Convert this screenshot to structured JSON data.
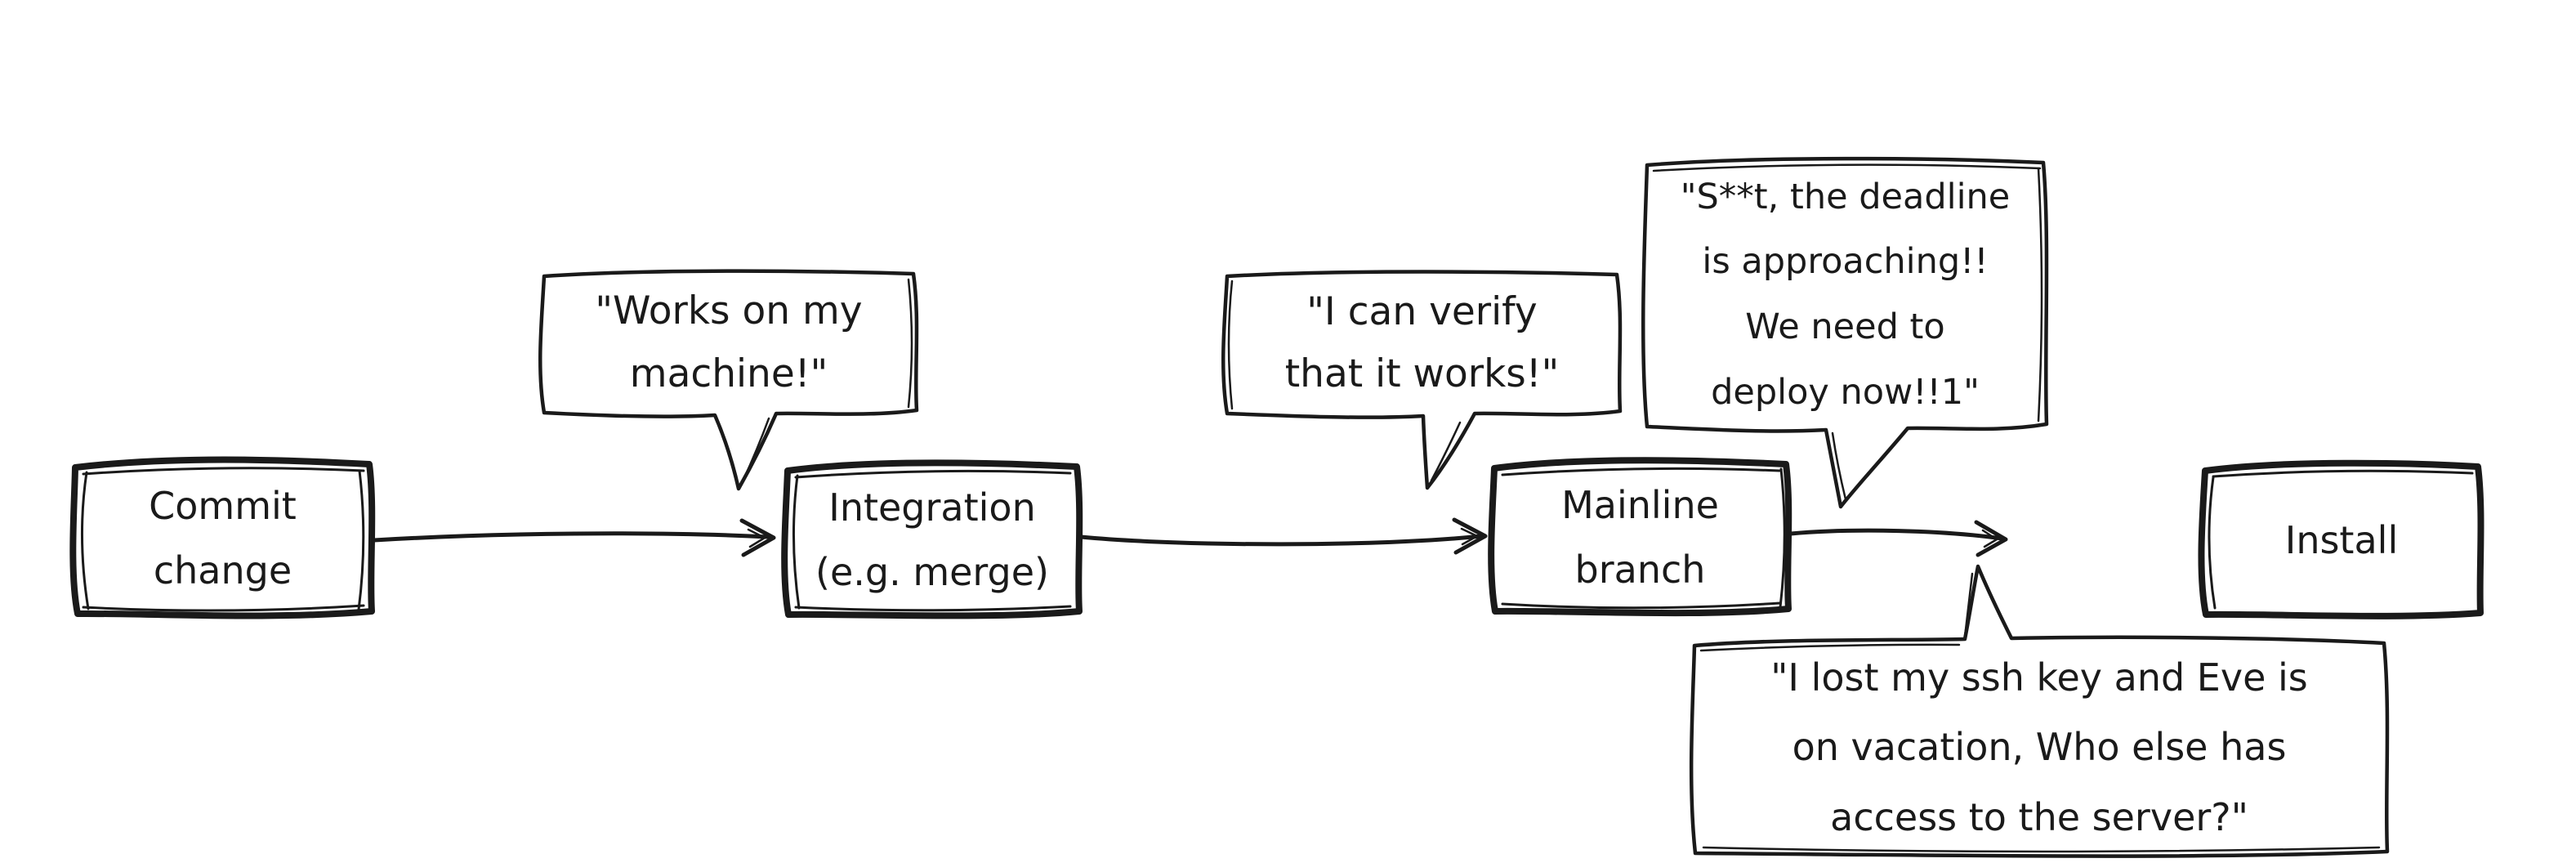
{
  "canvas": {
    "background": "#ffffff",
    "stroke_color": "#1a1a1a"
  },
  "nodes": [
    {
      "id": "commit-change",
      "label": "Commit\nchange"
    },
    {
      "id": "integration",
      "label": "Integration\n(e.g. merge)"
    },
    {
      "id": "mainline-branch",
      "label": "Mainline\nbranch"
    },
    {
      "id": "install",
      "label": "Install"
    }
  ],
  "edges": [
    {
      "from": "commit-change",
      "to": "integration",
      "ends_before_target": false
    },
    {
      "from": "integration",
      "to": "mainline-branch",
      "ends_before_target": false
    },
    {
      "from": "mainline-branch",
      "to": "install",
      "ends_before_target": true
    }
  ],
  "speech_bubbles": [
    {
      "id": "works-on-my-machine",
      "text": "\"Works on my\nmachine!\"",
      "points_at": "integration"
    },
    {
      "id": "can-verify",
      "text": "\"I can verify\nthat it works!\"",
      "points_at": "mainline-branch"
    },
    {
      "id": "deadline",
      "text": "\"S**t, the deadline\nis approaching!!\nWe need to\ndeploy now!!1\"",
      "points_at": "mainline-branch"
    },
    {
      "id": "lost-ssh-key",
      "text": "\"I lost my ssh key and Eve is\non vacation, Who else has\naccess to the server?\"",
      "points_at": "deploy-arrow"
    }
  ]
}
